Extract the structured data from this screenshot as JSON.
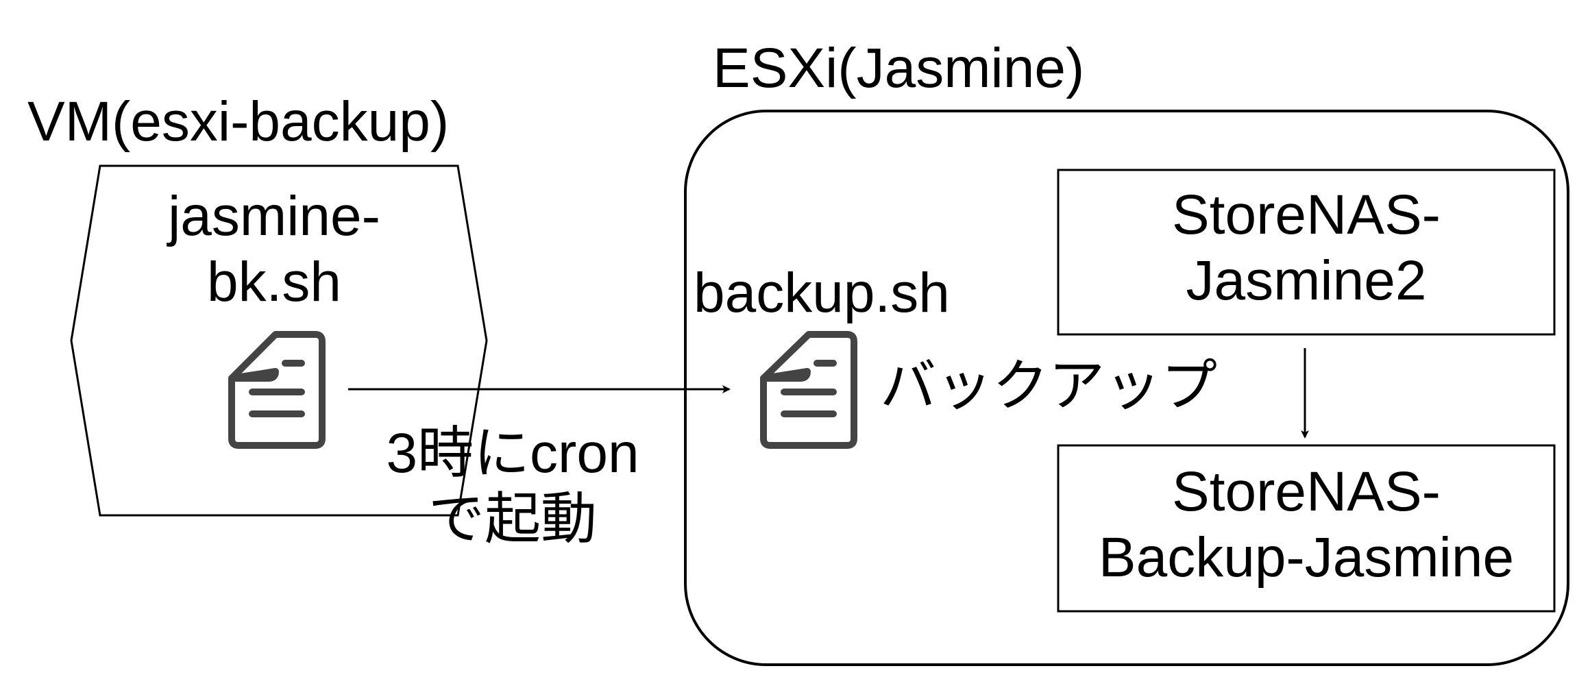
{
  "vm": {
    "title": "VM(esxi-backup)",
    "script_line1": "jasmine-",
    "script_line2": "bk.sh",
    "file_icon": "document-icon"
  },
  "esxi": {
    "title": "ESXi(Jasmine)",
    "script": "backup.sh",
    "file_icon": "document-icon",
    "source_line1": "StoreNAS-",
    "source_line2": "Jasmine2",
    "target_line1": "StoreNAS-",
    "target_line2": "Backup-Jasmine",
    "copy_label": "バックアップ"
  },
  "trigger": {
    "line1": "3時にcron",
    "line2": "で起動"
  }
}
